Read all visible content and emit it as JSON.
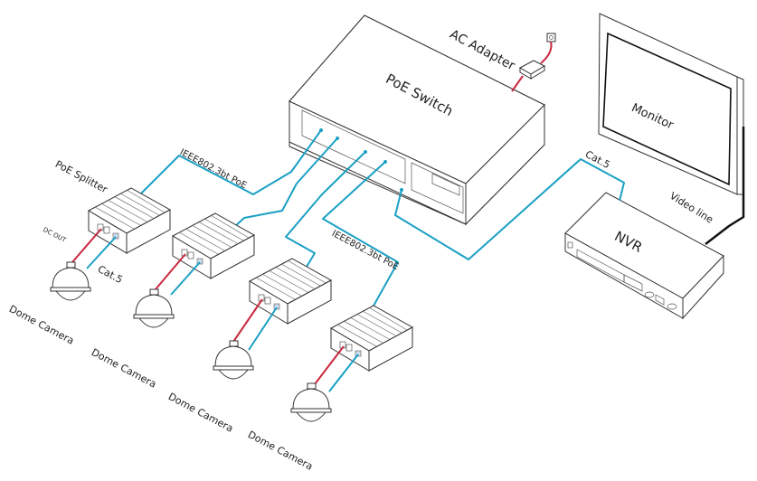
{
  "diagram": {
    "type": "network-topology",
    "colors": {
      "poe_cable": "#1aa0c4",
      "dc_power": "#c8283c",
      "video_line": "#111111",
      "outline": "#333333"
    },
    "labels": {
      "poe_switch": "PoE Switch",
      "ac_adapter": "AC Adapter",
      "monitor": "Monitor",
      "nvr": "NVR",
      "video_line": "Video line",
      "cat5_nvr": "Cat.5",
      "cat5_camera": "Cat.5",
      "poe_splitter": "PoE Splitter",
      "dc_out": "DC OUT",
      "ieee_top": "IEEE802.3bt PoE",
      "ieee_mid": "IEEE802.3bt PoE"
    },
    "cameras": [
      {
        "label": "Dome Camera"
      },
      {
        "label": "Dome Camera"
      },
      {
        "label": "Dome Camera"
      },
      {
        "label": "Dome Camera"
      }
    ],
    "connections": [
      {
        "from": "AC Adapter",
        "to": "PoE Switch",
        "type": "power"
      },
      {
        "from": "PoE Switch",
        "to": "PoE Splitter 1",
        "type": "IEEE802.3bt PoE"
      },
      {
        "from": "PoE Switch",
        "to": "PoE Splitter 2",
        "type": "IEEE802.3bt PoE"
      },
      {
        "from": "PoE Switch",
        "to": "PoE Splitter 3",
        "type": "IEEE802.3bt PoE"
      },
      {
        "from": "PoE Switch",
        "to": "PoE Splitter 4",
        "type": "IEEE802.3bt PoE"
      },
      {
        "from": "PoE Switch",
        "to": "NVR",
        "type": "Cat.5"
      },
      {
        "from": "NVR",
        "to": "Monitor",
        "type": "Video line"
      },
      {
        "from": "PoE Splitter",
        "to": "Dome Camera",
        "type": "Cat.5 + DC OUT"
      }
    ]
  }
}
